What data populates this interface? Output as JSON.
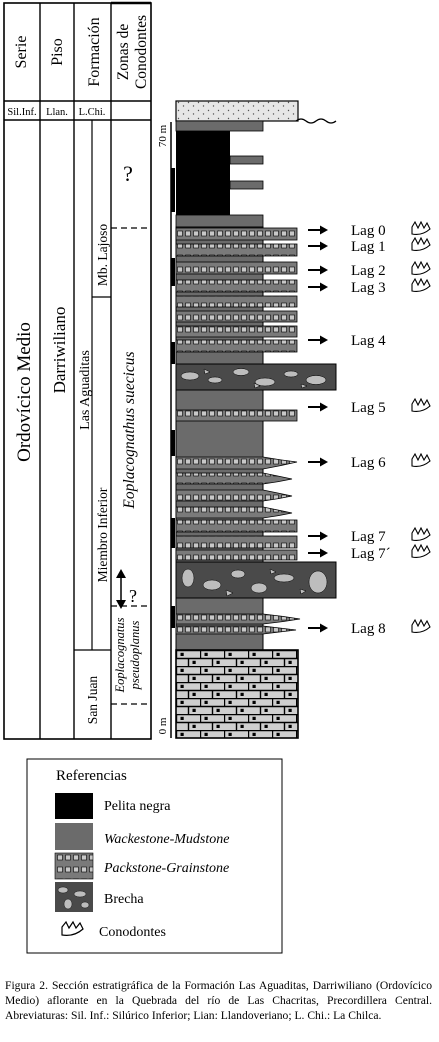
{
  "headers": {
    "serie": "Serie",
    "piso": "Piso",
    "formacion": "Formación",
    "zonas": [
      "Zonas de",
      "Conodontes"
    ]
  },
  "serie_cells": {
    "sil_inf": "Sil.Inf.",
    "ordovicico": "Ordovícico Medio"
  },
  "piso_cells": {
    "llan": "Llan.",
    "darriwiliano": "Darriwiliano"
  },
  "formacion_cells": {
    "l_chi": "L.Chi.",
    "las_aguaditas": "Las Aguaditas",
    "mb_lajoso": "Mb. Lajoso",
    "miembro_inferior": "Miembro Inferior",
    "san_juan": "San Juan"
  },
  "zone_cells": {
    "upper_unknown": "?",
    "suecicus": "Eoplacognathus suecicus",
    "lower_unknown": "?",
    "pseudoplanus": [
      "Eoplacognatus",
      "pseudoplanus"
    ]
  },
  "scale": {
    "top": "70 m",
    "bottom": "0 m"
  },
  "lags": [
    {
      "label": "Lag 0",
      "conodont": true
    },
    {
      "label": "Lag 1",
      "conodont": true
    },
    {
      "label": "Lag 2",
      "conodont": true
    },
    {
      "label": "Lag 3",
      "conodont": true
    },
    {
      "label": "Lag 4",
      "conodont": false
    },
    {
      "label": "Lag 5",
      "conodont": true
    },
    {
      "label": "Lag 6",
      "conodont": true
    },
    {
      "label": "Lag 7",
      "conodont": true
    },
    {
      "label": "Lag 7´",
      "conodont": true
    },
    {
      "label": "Lag 8",
      "conodont": true
    }
  ],
  "legend": {
    "title": "Referencias",
    "items": [
      {
        "label": "Pelita negra",
        "italic": false,
        "color": "#000000"
      },
      {
        "label": "Wackestone-Mudstone",
        "italic": true,
        "color": "#6b6b6b"
      },
      {
        "label": "Packstone-Grainstone",
        "italic": true,
        "color": "#7d7d7d"
      },
      {
        "label": "Brecha",
        "italic": false,
        "color": "#4a4a4a"
      },
      {
        "label": "Conodontes",
        "italic": false,
        "icon": "conodont-icon"
      }
    ]
  },
  "caption": "Figura 2. Sección estratigráfica de la Formación Las Aguaditas, Darriwiliano (Ordovícico Medio) aflorante en la Quebrada del río de Las Chacritas, Precordillera Central. Abreviaturas: Sil. Inf.: Silúrico Inferior; Lian: Llandoveriano; L. Chi.: La Chilca."
}
